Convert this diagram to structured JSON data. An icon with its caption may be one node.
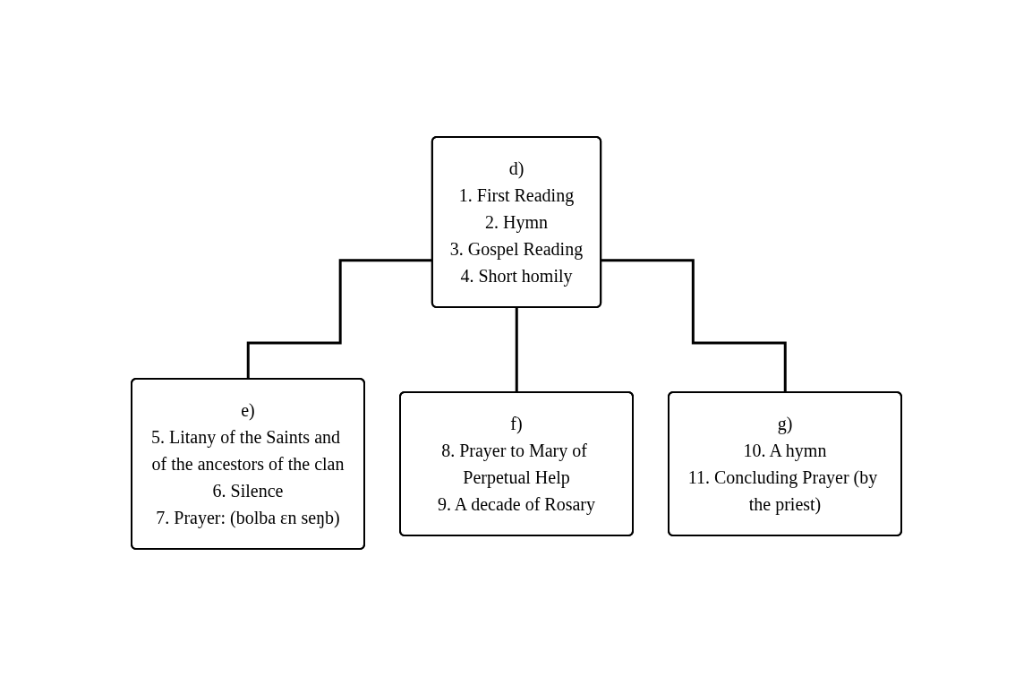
{
  "diagram": {
    "nodes": [
      {
        "text": [
          "d)",
          "1. First Reading",
          "2. Hymn",
          "3. Gospel Reading",
          "4. Short homily"
        ]
      },
      {
        "text": [
          "e)",
          "5. Litany of the Saints and of the ancestors of the clan",
          "6. Silence",
          "7. Prayer: (bolba εn seŋb)"
        ]
      },
      {
        "text": [
          "f)",
          "8. Prayer to Mary of Perpetual Help",
          "9. A decade of Rosary"
        ]
      },
      {
        "text": [
          "g)",
          "10. A hymn",
          "11. Concluding Prayer (by the priest)"
        ]
      }
    ],
    "edges": [
      {
        "from": 0,
        "to": 1,
        "arrow": "none"
      },
      {
        "from": 0,
        "to": 2,
        "arrow": "none"
      },
      {
        "from": 0,
        "to": 3,
        "arrow": "none"
      }
    ]
  }
}
